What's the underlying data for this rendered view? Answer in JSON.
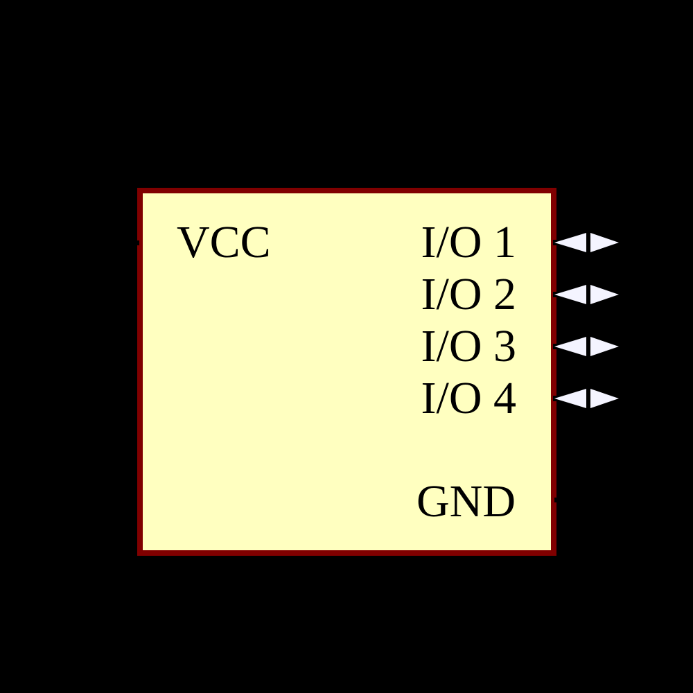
{
  "diagram": {
    "type": "schematic-symbol",
    "background": "#000000",
    "body_fill": "#FFFFC0",
    "body_outline": "#800000",
    "pin_color": "#000000",
    "arrow_fill": "#F4F4FF",
    "power_pins": [
      {
        "label": "VCC",
        "side": "left"
      },
      {
        "label": "GND",
        "side": "right"
      }
    ],
    "io_pins": [
      {
        "label": "I/O 1",
        "side": "right",
        "direction": "bidirectional"
      },
      {
        "label": "I/O 2",
        "side": "right",
        "direction": "bidirectional"
      },
      {
        "label": "I/O 3",
        "side": "right",
        "direction": "bidirectional"
      },
      {
        "label": "I/O 4",
        "side": "right",
        "direction": "bidirectional"
      }
    ]
  }
}
